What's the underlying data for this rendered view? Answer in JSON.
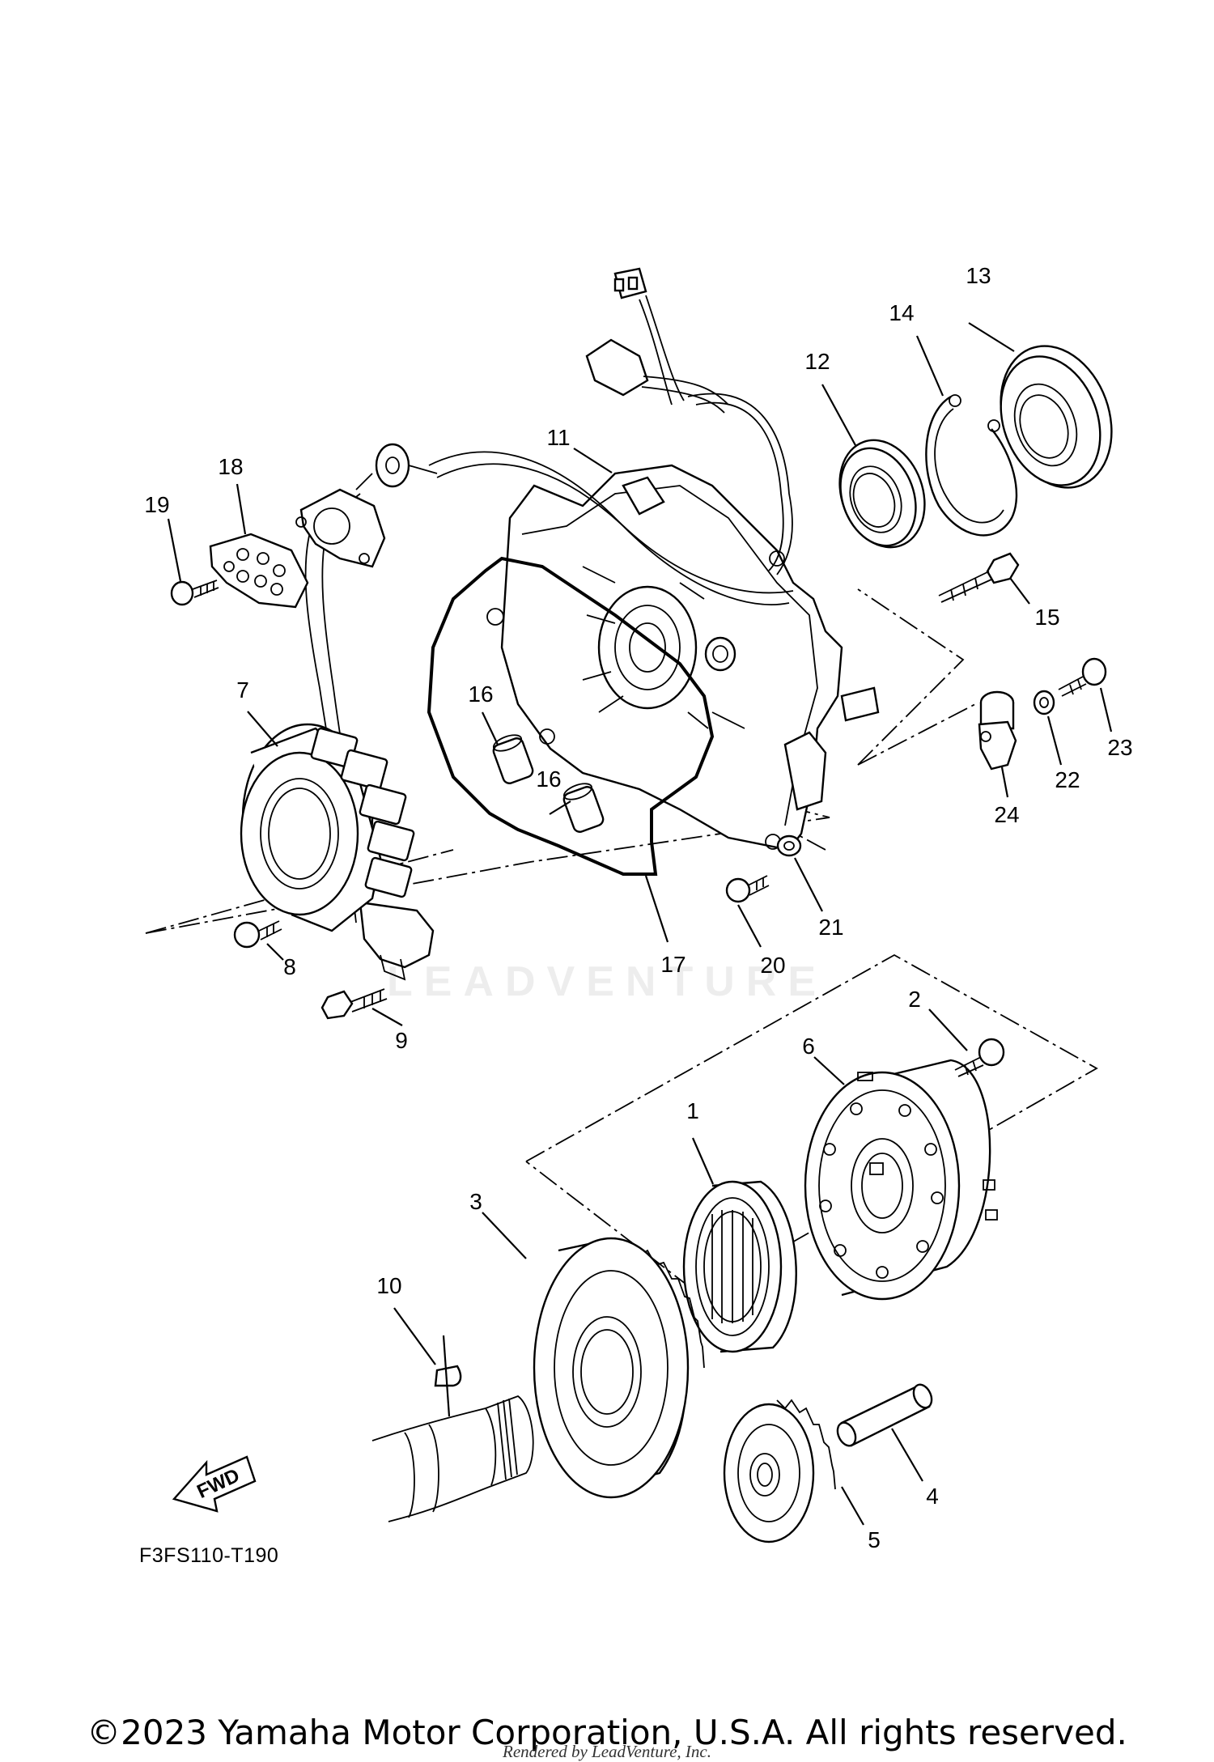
{
  "diagram": {
    "code": "F3FS110-T190",
    "fwd_label": "FWD",
    "callouts": {
      "c1": "1",
      "c2": "2",
      "c3": "3",
      "c4": "4",
      "c5": "5",
      "c6": "6",
      "c7": "7",
      "c8": "8",
      "c9": "9",
      "c10": "10",
      "c11": "11",
      "c12": "12",
      "c13": "13",
      "c14": "14",
      "c15": "15",
      "c16a": "16",
      "c16b": "16",
      "c17": "17",
      "c18": "18",
      "c19": "19",
      "c20": "20",
      "c21": "21",
      "c22": "22",
      "c23": "23",
      "c24": "24"
    }
  },
  "footer": {
    "copyright": "©2023 Yamaha Motor Corporation, U.S.A. All rights reserved.",
    "rendered_by": "Rendered by LeadVenture, Inc."
  },
  "watermark": {
    "text": "LEADVENTURE"
  },
  "colors": {
    "line": "#000000",
    "background": "#ffffff"
  }
}
